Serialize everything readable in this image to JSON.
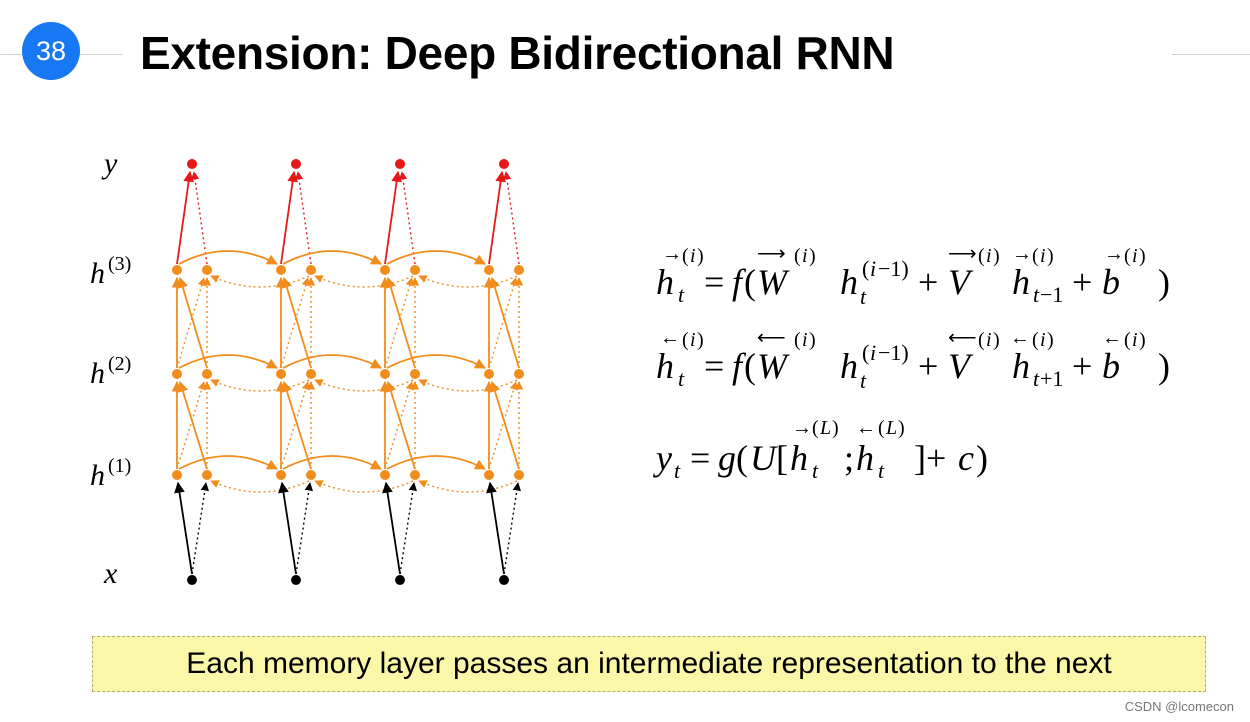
{
  "slide": {
    "number": "38",
    "title": "Extension: Deep Bidirectional RNN"
  },
  "diagram": {
    "labels": {
      "y": "y",
      "h3": "h",
      "h3_sup": "(3)",
      "h2": "h",
      "h2_sup": "(2)",
      "h1": "h",
      "h1_sup": "(1)",
      "x": "x"
    },
    "timesteps": 4,
    "hidden_layers": 3,
    "colors": {
      "input_node": "#000000",
      "hidden_node": "#f28c1c",
      "output_node": "#e51919",
      "forward_arrow": "#f28c1c",
      "output_arrow": "#e51919"
    }
  },
  "equations": {
    "forward_hidden": "h→t(i) = f(W→(i) ht(i−1) + V→(i) h→t−1(i) + b→(i))",
    "backward_hidden": "h←t(i) = f(W←(i) ht(i−1) + V←(i) h←t+1(i) + b←(i))",
    "output": "yt = g(U[h→t(L); h←t(L)] + c)"
  },
  "banner": "Each memory layer passes an intermediate representation to the next",
  "credit": "CSDN @lcomecon",
  "colors": {
    "badge": "#1877f2",
    "banner_bg": "#fbf7a8"
  }
}
